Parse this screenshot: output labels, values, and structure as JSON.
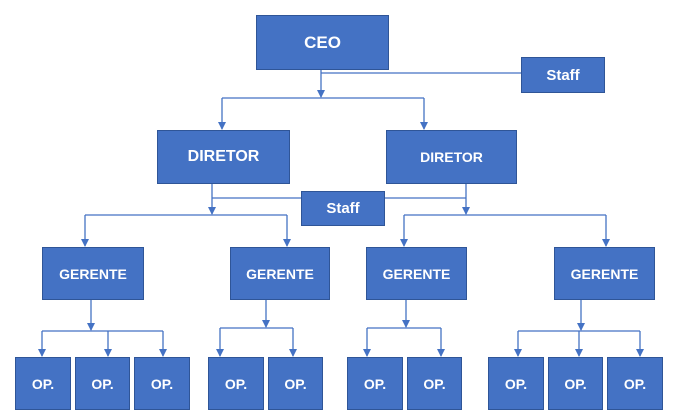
{
  "colors": {
    "box_fill": "#4472c4",
    "box_border": "#2f5597",
    "connector": "#4472c4",
    "text": "#ffffff"
  },
  "nodes": {
    "ceo": "CEO",
    "staff_top": "Staff",
    "director_left": "DIRETOR",
    "director_right": "DIRETOR",
    "staff_mid": "Staff",
    "manager_1": "GERENTE",
    "manager_2": "GERENTE",
    "manager_3": "GERENTE",
    "manager_4": "GERENTE",
    "operators": [
      "OP.",
      "OP.",
      "OP.",
      "OP.",
      "OP.",
      "OP.",
      "OP.",
      "OP.",
      "OP.",
      "OP."
    ]
  }
}
